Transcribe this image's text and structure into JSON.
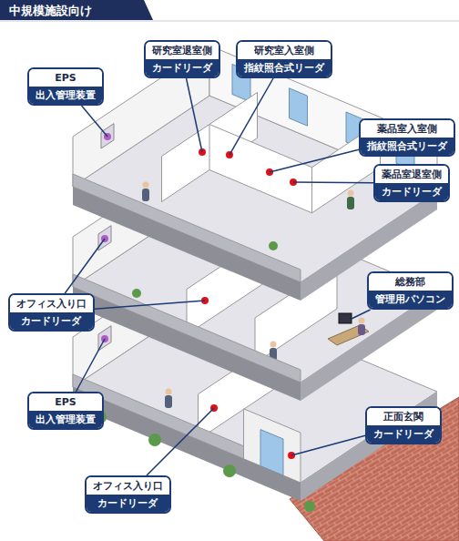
{
  "diagram": {
    "title": "中規模施設向け",
    "nodes": [
      {
        "text": [
          "研究室退室側",
          "カードリーダ"
        ]
      },
      {
        "text": [
          "研究室入室側",
          "指紋照合式リーダ"
        ]
      },
      {
        "text": [
          "EPS",
          "出入管理装置"
        ]
      },
      {
        "text": [
          "薬品室入室側",
          "指紋照合式リーダ"
        ]
      },
      {
        "text": [
          "薬品室退室側",
          "カードリーダ"
        ]
      },
      {
        "text": [
          "総務部",
          "管理用パソコン"
        ]
      },
      {
        "text": [
          "オフィス入り口",
          "カードリーダ"
        ]
      },
      {
        "text": [
          "EPS",
          "出入管理装置"
        ]
      },
      {
        "text": [
          "正面玄関",
          "カードリーダ"
        ]
      },
      {
        "text": [
          "オフィス入り口",
          "カードリーダ"
        ]
      }
    ]
  }
}
